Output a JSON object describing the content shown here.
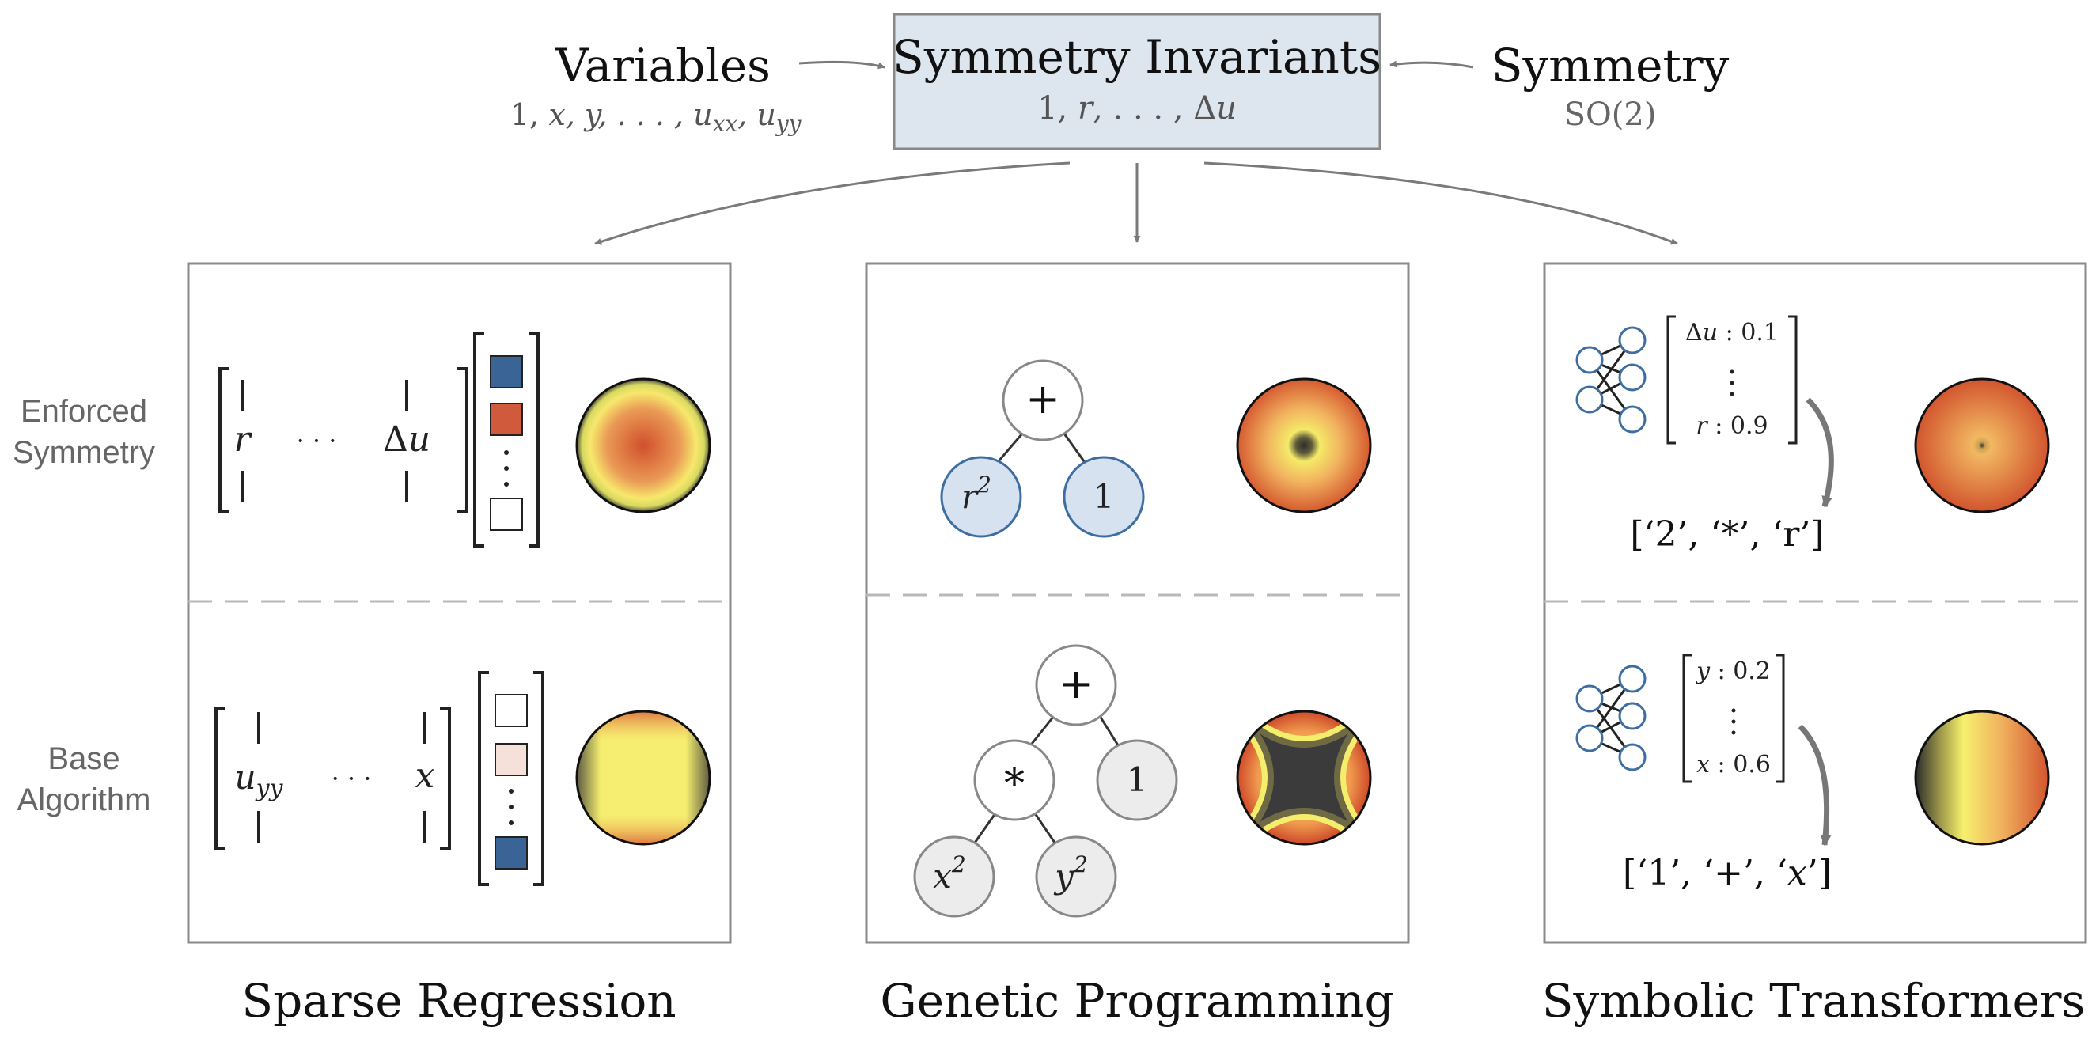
{
  "header": {
    "variables": {
      "title": "Variables",
      "subtitle_lead": "1, ",
      "subtitle_vars": "x, y, . . . , u",
      "sub1": "xx",
      "sep": ", u",
      "sub2": "yy"
    },
    "invariants": {
      "title": "Symmetry Invariants",
      "subtitle_lead": "1, ",
      "subtitle_r": "r",
      "subtitle_mid": ", . . . , Δ",
      "subtitle_u": "u"
    },
    "symmetry": {
      "title": "Symmetry",
      "subtitle": "SO(2)"
    }
  },
  "row_labels": {
    "enforced": [
      "Enforced",
      "Symmetry"
    ],
    "base": [
      "Base",
      "Algorithm"
    ]
  },
  "methods": {
    "sparse_regression": {
      "title": "Sparse Regression",
      "top": {
        "col_first": "r",
        "col_dots": "· · ·",
        "col_last_delta": "Δ",
        "col_last_u": "u",
        "vector_colors": [
          "#3a6496",
          "#cf5a3c",
          null,
          "#ffffff"
        ]
      },
      "bottom": {
        "col_first_u": "u",
        "col_first_sub": "yy",
        "col_dots": "· · ·",
        "col_last": "x",
        "vector_colors": [
          "#ffffff",
          "#f5e1d9",
          null,
          "#3a6496"
        ]
      }
    },
    "genetic_programming": {
      "title": "Genetic Programming",
      "top_tree": {
        "root": "+",
        "left": "r",
        "left_exp": "2",
        "right": "1"
      },
      "bottom_tree": {
        "root": "+",
        "mid": "*",
        "right": "1",
        "leaf1": "x",
        "leaf1_exp": "2",
        "leaf2": "y",
        "leaf2_exp": "2"
      }
    },
    "symbolic_transformers": {
      "title": "Symbolic Transformers",
      "top": {
        "prob_first_delta": "Δ",
        "prob_first_u": "u",
        "prob_first_val": " : 0.1",
        "prob_last_r": "r",
        "prob_last_val": " : 0.9",
        "output": "[‘2’, ‘*’, ‘r’]"
      },
      "bottom": {
        "prob_first_y": "y",
        "prob_first_val": " : 0.2",
        "prob_last_x": "x",
        "prob_last_val": " : 0.6",
        "output_lead": "[‘1’, ‘+’, ‘",
        "output_x": "x",
        "output_tail": "’]"
      }
    }
  },
  "colors": {
    "invariants_box": "#dde5ef",
    "tree_blue_fill": "#d6e2f0",
    "tree_blue_stroke": "#3e6ea1",
    "tree_gray_fill": "#ececec",
    "network_stroke": "#3e6ea1",
    "panel_border": "#8a8a8a"
  }
}
